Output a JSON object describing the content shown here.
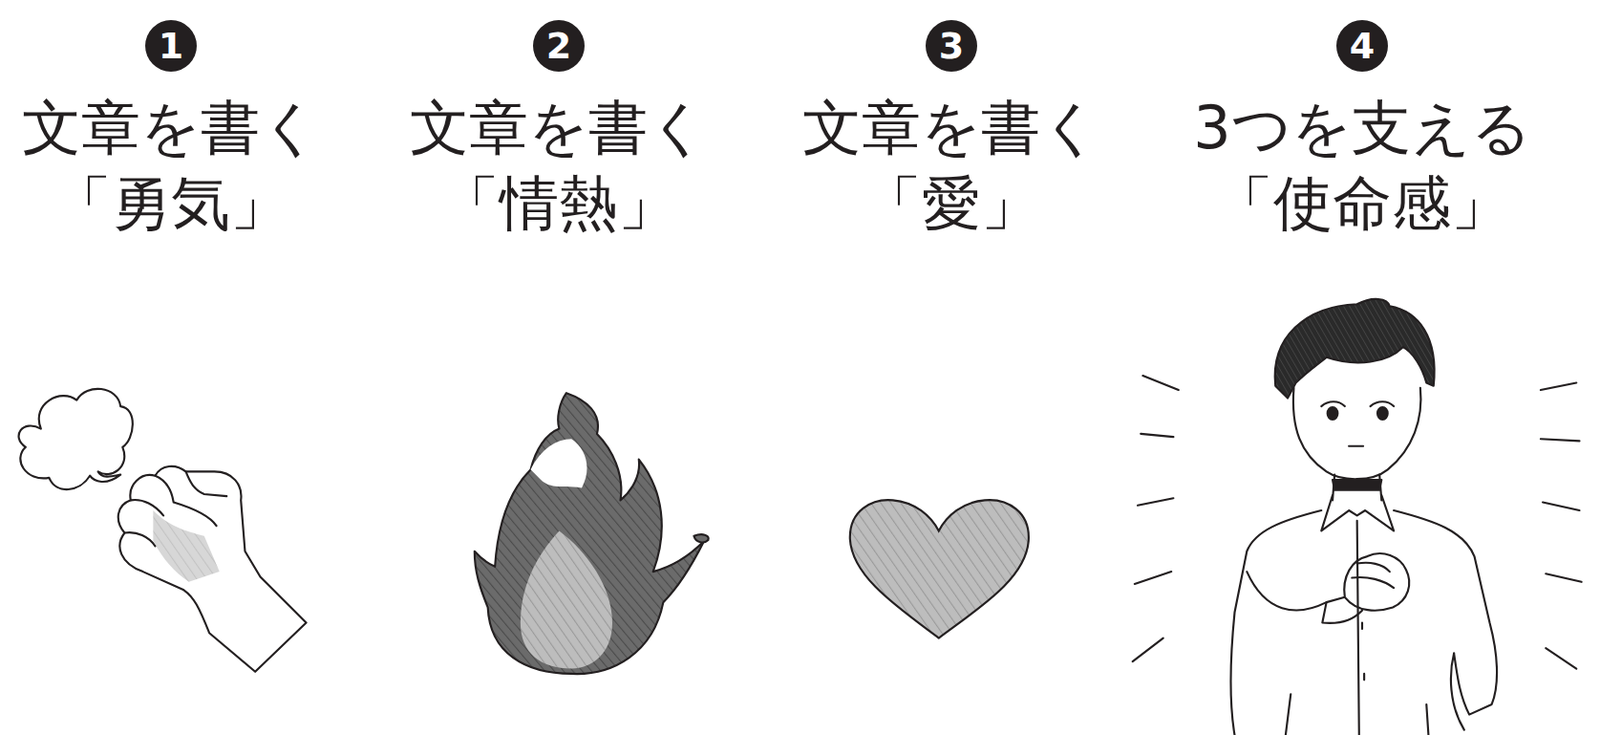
{
  "diagram": {
    "labels": [
      "1",
      "文章を書く",
      "「勇気」",
      "2",
      "文章を書く",
      "「情熱」",
      "3",
      "文章を書く",
      "「愛」",
      "4",
      "3つを支える",
      "「使命感」"
    ]
  }
}
